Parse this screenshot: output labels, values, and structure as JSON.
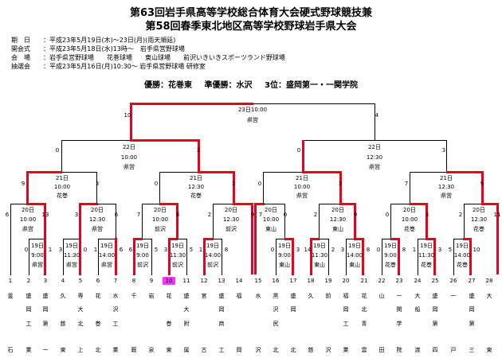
{
  "header": {
    "title1": "第63回岩手県高等学校総合体育大会硬式野球競技兼",
    "title2": "第58回春季東北地区高等学校野球岩手県大会",
    "info": [
      {
        "label": "期　日",
        "value": "：平成23年5月19日(木)〜23日(月)(雨天順延)"
      },
      {
        "label": "開会式",
        "value": "：平成23年5月18日(水)13時〜　岩手県営野球場"
      },
      {
        "label": "会　場",
        "value": "：岩手県営野球場　　花巻球場　　東山球場　　前沢いきいきスポーツランド野球場"
      },
      {
        "label": "抽選会",
        "value": "：平成23年5月16日(月)10:30〜 岩手県営野球場 研修室"
      }
    ],
    "champion": "優勝：花巻東",
    "runner_up": "準優勝：水沢",
    "third": "3位：盛岡第一・一関学院"
  },
  "colors": {
    "win_line": "#e8001c",
    "highlight": "#ff33ff"
  },
  "matches": {
    "final": {
      "date": "23日10:00",
      "venue": "県営"
    },
    "semi_left": {
      "date": "22日",
      "time": "10:00",
      "venue": "県営"
    },
    "semi_right": {
      "date": "22日",
      "time": "12:30",
      "venue": "県営"
    },
    "qf1": {
      "date": "21日",
      "time": "10:00",
      "venue": "花巻"
    },
    "qf2": {
      "date": "21日",
      "time": "12:30",
      "venue": "花巻"
    },
    "qf3": {
      "date": "21日",
      "time": "10:00",
      "venue": "県営"
    },
    "qf4": {
      "date": "21日",
      "time": "12:30",
      "venue": "県営"
    },
    "r2_1": {
      "date": "20日",
      "time": "10:00",
      "venue": "県営"
    },
    "r2_2": {
      "date": "20日",
      "time": "12:30",
      "venue": "県営"
    },
    "r2_3": {
      "date": "20日",
      "time": "10:00",
      "venue": "前沢"
    },
    "r2_4": {
      "date": "20日",
      "time": "12:30",
      "venue": "前沢"
    },
    "r2_5": {
      "date": "20日",
      "time": "10:00",
      "venue": "東山"
    },
    "r2_6": {
      "date": "20日",
      "time": "12:30",
      "venue": "東山"
    },
    "r2_7": {
      "date": "20日",
      "time": "10:00",
      "venue": "花巻"
    },
    "r2_8": {
      "date": "20日",
      "time": "12:30",
      "venue": "花巻"
    },
    "r1_1": {
      "date": "19日",
      "time": "9:00",
      "venue": "県営"
    },
    "r1_2": {
      "date": "19日",
      "time": "11:30",
      "venue": "県営"
    },
    "r1_3": {
      "date": "19日",
      "time": "14:00",
      "venue": "県営"
    },
    "r1_4": {
      "date": "19日",
      "time": "9:00",
      "venue": "前沢"
    },
    "r1_5": {
      "date": "19日",
      "time": "11:30",
      "venue": "前沢"
    },
    "r1_6": {
      "date": "19日",
      "time": "14:00",
      "venue": "前沢"
    },
    "r1_7": {
      "date": "19日",
      "time": "9:00",
      "venue": "東山"
    },
    "r1_8": {
      "date": "19日",
      "time": "11:30",
      "venue": "東山"
    },
    "r1_9": {
      "date": "19日",
      "time": "14:00",
      "venue": "東山"
    },
    "r1_10": {
      "date": "19日",
      "time": "9:00",
      "venue": "花巻"
    },
    "r1_11": {
      "date": "19日",
      "time": "11:30",
      "venue": "花巻"
    },
    "r1_12": {
      "date": "19日",
      "time": "14:00",
      "venue": "花巻"
    }
  },
  "scores": {
    "final_l": "10",
    "final_r": "4",
    "sl_l": "0",
    "sl_r": "3",
    "sr_l": "0",
    "sr_r": "3",
    "q1_l": "9",
    "q1_r": "3",
    "q2_l": "0",
    "q2_r": "1",
    "q3_l": "0",
    "q3_r": "3",
    "q4_l": "7",
    "q4_r": "9",
    "a1_l": "6",
    "a1_r": "13",
    "a2_l": "3",
    "a2_r": "6",
    "a3_l": "7",
    "a3_r": "8",
    "a4_l": "2",
    "a4_r": "9",
    "a5_l": "7",
    "a5_r": "0",
    "a6_l": "2",
    "a6_r": "9",
    "a7_l": "0",
    "a7_r": "3",
    "a8_l": "2",
    "a8_r": "11",
    "b1_l": "0",
    "b1_r": "1",
    "b2_l": "3",
    "b2_r": "0",
    "b3_l": "1",
    "b3_r": "6",
    "b4_l": "6",
    "b4_r": "5",
    "b5_l": "3",
    "b5_r": "5",
    "b6_l": "1",
    "b6_r": "8",
    "b7_l": "0",
    "b7_r": "3",
    "b8_l": "14",
    "b8_r": "2",
    "b9_l": "3",
    "b9_r": "8",
    "b10_l": "0",
    "b10_r": "8",
    "b11_l": "1",
    "b11_r": "3",
    "b12_l": "5",
    "b12_r": "10"
  },
  "teams": [
    {
      "no": "1",
      "name": [
        "釜",
        "",
        "",
        "",
        "石"
      ]
    },
    {
      "no": "2",
      "name": [
        "盛",
        "岡",
        "工",
        "",
        "業"
      ]
    },
    {
      "no": "3",
      "name": [
        "盛",
        "岡",
        "第",
        "",
        "一"
      ]
    },
    {
      "no": "4",
      "name": [
        "久",
        "",
        "慈",
        "",
        "東"
      ]
    },
    {
      "no": "5",
      "name": [
        "専",
        "大",
        "北",
        "",
        "上"
      ]
    },
    {
      "no": "6",
      "name": [
        "花",
        "",
        "巻",
        "",
        "北"
      ]
    },
    {
      "no": "7",
      "name": [
        "水",
        "沢",
        "工",
        "",
        "業"
      ]
    },
    {
      "no": "8",
      "name": [
        "千",
        "",
        "",
        "",
        "厩"
      ]
    },
    {
      "no": "9",
      "name": [
        "岩",
        "",
        "",
        "",
        "泉"
      ]
    },
    {
      "no": "10",
      "name": [
        "花",
        "",
        "巻",
        "",
        "東"
      ],
      "highlight": true
    },
    {
      "no": "11",
      "name": [
        "盛",
        "大",
        "附",
        "",
        "属"
      ]
    },
    {
      "no": "12",
      "name": [
        "宮",
        "",
        "",
        "",
        "古"
      ]
    },
    {
      "no": "13",
      "name": [
        "盛",
        "岡",
        "商",
        "",
        "工"
      ]
    },
    {
      "no": "14",
      "name": [
        "福",
        "",
        "",
        "",
        "岡"
      ]
    },
    {
      "no": "15",
      "name": [
        "水",
        "",
        "",
        "",
        "沢"
      ]
    },
    {
      "no": "16",
      "name": [
        "黒",
        "沢",
        "尻",
        "",
        "北"
      ]
    },
    {
      "no": "17",
      "name": [
        "盛",
        "岡",
        "",
        "",
        "北"
      ]
    },
    {
      "no": "18",
      "name": [
        "久",
        "",
        "",
        "",
        "慈"
      ]
    },
    {
      "no": "19",
      "name": [
        "前",
        "",
        "",
        "",
        "沢"
      ]
    },
    {
      "no": "20",
      "name": [
        "福",
        "岡",
        "工",
        "",
        "業"
      ]
    },
    {
      "no": "21",
      "name": [
        "花",
        "北",
        "青",
        "",
        "雲"
      ]
    },
    {
      "no": "22",
      "name": [
        "山",
        "",
        "",
        "",
        "田"
      ]
    },
    {
      "no": "23",
      "name": [
        "一",
        "関",
        "学",
        "",
        "院"
      ]
    },
    {
      "no": "24",
      "name": [
        "大",
        "船",
        "",
        "",
        "渡"
      ]
    },
    {
      "no": "25",
      "name": [
        "盛",
        "岡",
        "第",
        "",
        "四"
      ]
    },
    {
      "no": "26",
      "name": [
        "一",
        "",
        "",
        "",
        "戸"
      ]
    },
    {
      "no": "27",
      "name": [
        "盛",
        "岡",
        "第",
        "",
        "三"
      ]
    },
    {
      "no": "28",
      "name": [
        "大",
        "",
        "",
        "",
        "東"
      ]
    }
  ]
}
